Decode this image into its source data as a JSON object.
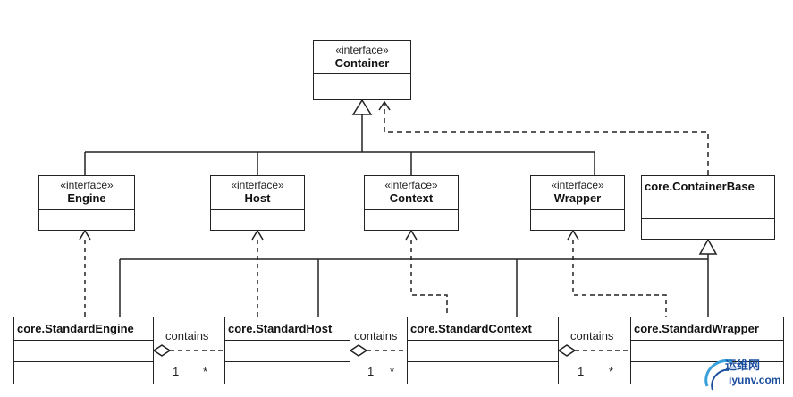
{
  "classes": {
    "container": {
      "stereotype": "«interface»",
      "name": "Container"
    },
    "engine": {
      "stereotype": "«interface»",
      "name": "Engine"
    },
    "host": {
      "stereotype": "«interface»",
      "name": "Host"
    },
    "context": {
      "stereotype": "«interface»",
      "name": "Context"
    },
    "wrapper": {
      "stereotype": "«interface»",
      "name": "Wrapper"
    },
    "container_base": {
      "name": "core.ContainerBase"
    },
    "standard_engine": {
      "name": "core.StandardEngine"
    },
    "standard_host": {
      "name": "core.StandardHost"
    },
    "standard_context": {
      "name": "core.StandardContext"
    },
    "standard_wrapper": {
      "name": "core.StandardWrapper"
    }
  },
  "associations": [
    {
      "label": "contains",
      "from_multiplicity": "1",
      "to_multiplicity": "*"
    },
    {
      "label": "contains",
      "from_multiplicity": "1",
      "to_multiplicity": "*"
    },
    {
      "label": "contains",
      "from_multiplicity": "1",
      "to_multiplicity": "*"
    }
  ],
  "watermark": {
    "chinese": "运维网",
    "domain": "iyunv.com"
  },
  "colors": {
    "line": "#222222",
    "watermark": "#1a4e9e"
  }
}
